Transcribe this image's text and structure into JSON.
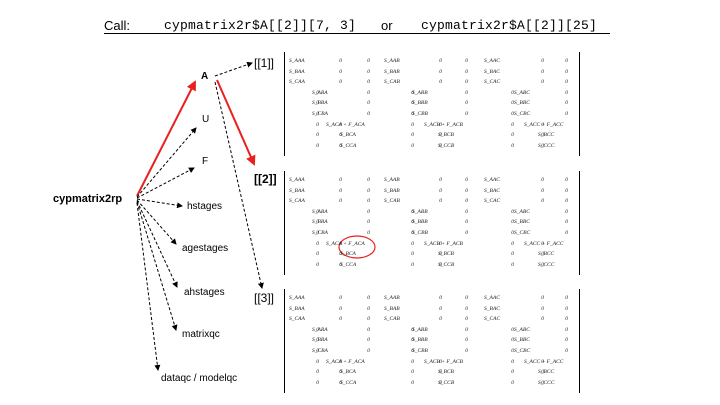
{
  "call_line": {
    "label": "Call:",
    "example_a": "cypmatrix2r$A[[2]][7, 3]",
    "connector": "or",
    "example_b": "cypmatrix2r$A[[2]][25]"
  },
  "root": {
    "label": "cypmatrix2rp"
  },
  "children": [
    {
      "label": "A"
    },
    {
      "label": "U"
    },
    {
      "label": "F"
    },
    {
      "label": "hstages"
    },
    {
      "label": "agestages"
    },
    {
      "label": "ahstages"
    },
    {
      "label": "matrixqc"
    },
    {
      "label": "dataqc / modelqc"
    }
  ],
  "matrices": [
    {
      "label": "[[1]]",
      "highlight": false
    },
    {
      "label": "[[2]]",
      "highlight": true
    },
    {
      "label": "[[3]]",
      "highlight": false
    }
  ],
  "matrix_rows": [
    [
      "S_AAA",
      "0",
      "0",
      "S_AAB",
      "0",
      "0",
      "S_AAC",
      "0",
      "0"
    ],
    [
      "S_BAA",
      "0",
      "0",
      "S_BAB",
      "0",
      "0",
      "S_BAC",
      "0",
      "0"
    ],
    [
      "S_CAA",
      "0",
      "0",
      "S_CAB",
      "0",
      "0",
      "S_CAC",
      "0",
      "0"
    ],
    [
      "0",
      "S_ABA",
      "0",
      "0",
      "S_ABB",
      "0",
      "0",
      "S_ABC",
      "0"
    ],
    [
      "0",
      "S_BBA",
      "0",
      "0",
      "S_BBB",
      "0",
      "0",
      "S_BBC",
      "0"
    ],
    [
      "0",
      "S_CBA",
      "0",
      "0",
      "S_CBB",
      "0",
      "0",
      "S_CBC",
      "0"
    ],
    [
      "0",
      "0",
      "S_ACA + F_ACA",
      "0",
      "0",
      "S_ACB + F_ACB",
      "0",
      "0",
      "S_ACC + F_ACC"
    ],
    [
      "0",
      "0",
      "S_BCA",
      "0",
      "0",
      "S_BCB",
      "0",
      "0",
      "S_BCC"
    ],
    [
      "0",
      "0",
      "S_CCA",
      "0",
      "0",
      "S_CCB",
      "0",
      "0",
      "S_CCC"
    ]
  ],
  "highlight_cell": {
    "row": 7,
    "col": 3
  },
  "colors": {
    "emphasis": "#e8201e",
    "line": "#000000"
  }
}
